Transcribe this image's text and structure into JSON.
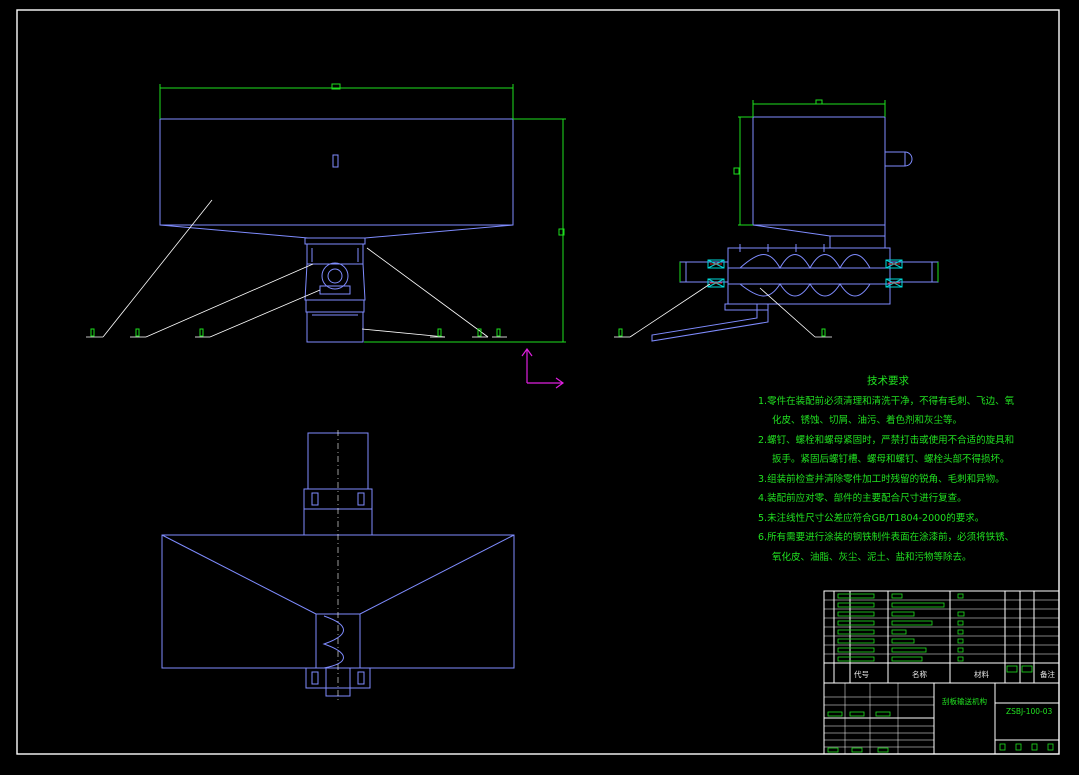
{
  "drawing": {
    "tech_req_title": "技术要求",
    "tech_requirements": [
      "1.零件在装配前必须清理和清洗干净，不得有毛刺、飞边、氧",
      "化皮、锈蚀、切屑、油污、着色剂和灰尘等。",
      "2.螺钉、螺栓和螺母紧固时，严禁打击或使用不合适的旋具和",
      "扳手。紧固后螺钉槽、螺母和螺钉、螺栓头部不得损坏。",
      "3.组装前检查并清除零件加工时残留的锐角、毛刺和异物。",
      "4.装配前应对零、部件的主要配合尺寸进行复查。",
      "5.未注线性尺寸公差应符合GB/T1804-2000的要求。",
      "6.所有需要进行涂装的钢铁制件表面在涂漆前，必须将铁锈、",
      "氧化皮、油脂、灰尘、泥土、盐和污物等除去。"
    ],
    "title_block": {
      "col_code": "代号",
      "col_name": "名称",
      "col_material": "材料",
      "col_remark": "备注",
      "part_name": "刮板输送机构",
      "drawing_no": "ZSBJ-100-03"
    },
    "colors": {
      "background": "#000000",
      "outline": "#7f8cff",
      "dimension": "#1ee01e",
      "leader": "#ffffff",
      "frame": "#ffffff",
      "ucs": "#e020e0",
      "bearing": "#00d8d8",
      "text": "#21e021"
    }
  }
}
